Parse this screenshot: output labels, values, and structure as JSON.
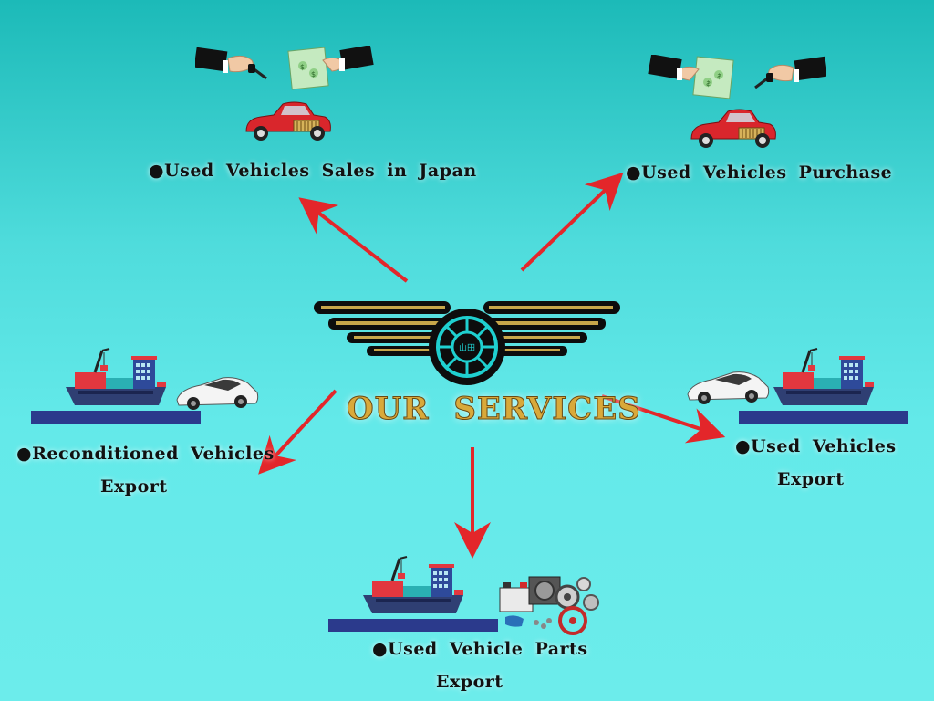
{
  "center": {
    "title": "OUR SERVICES",
    "emblem_kanji": "山田",
    "colors": {
      "wing": "#0d0d0d",
      "wing_stripe": "#c7a64a",
      "wheel_ring": "#1fd0d0"
    }
  },
  "services": [
    {
      "name": "used-vehicles-sales-japan",
      "line1": "●Used Vehicles Sales in Japan",
      "line2": "",
      "icons": [
        "handshake-money-icon",
        "red-car-icon"
      ]
    },
    {
      "name": "used-vehicles-purchase",
      "line1": "●Used Vehicles Purchase",
      "line2": "",
      "icons": [
        "handshake-money-icon",
        "red-car-icon"
      ]
    },
    {
      "name": "reconditioned-vehicles-export",
      "line1": "●Reconditioned Vehicles",
      "line2": "Export",
      "icons": [
        "cargo-ship-icon",
        "white-sports-car-icon"
      ]
    },
    {
      "name": "used-vehicles-export",
      "line1": "●Used Vehicles",
      "line2": "Export",
      "icons": [
        "white-sports-car-icon",
        "cargo-ship-icon"
      ]
    },
    {
      "name": "used-vehicle-parts-export",
      "line1": "●Used Vehicle Parts",
      "line2": "Export",
      "icons": [
        "cargo-ship-icon",
        "auto-parts-icon"
      ]
    }
  ],
  "colors": {
    "arrow": "#e3262a",
    "ship_hull": "#24356e",
    "dock": "#2b3a8c",
    "container_red": "#d9363e",
    "container_teal": "#2ab0b3"
  }
}
